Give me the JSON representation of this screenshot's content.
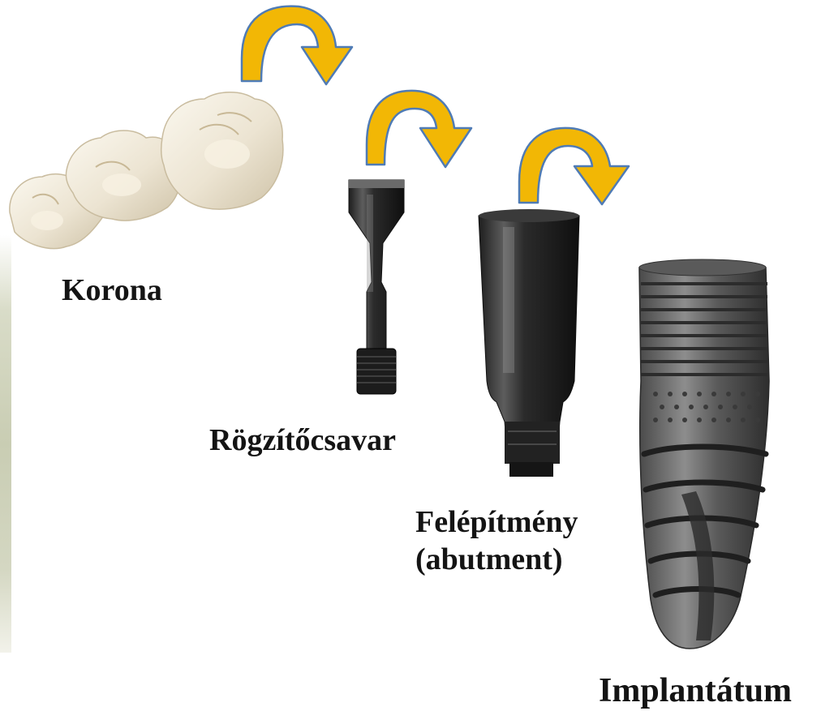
{
  "labels": {
    "crown": "Korona",
    "screw": "Rögzítőcsavar",
    "abutment_line1": "Felépítmény",
    "abutment_line2": "(abutment)",
    "implant": "Implantátum"
  },
  "colors": {
    "arrow_fill": "#F2B705",
    "arrow_stroke": "#4F7BB5",
    "text": "#141414"
  }
}
